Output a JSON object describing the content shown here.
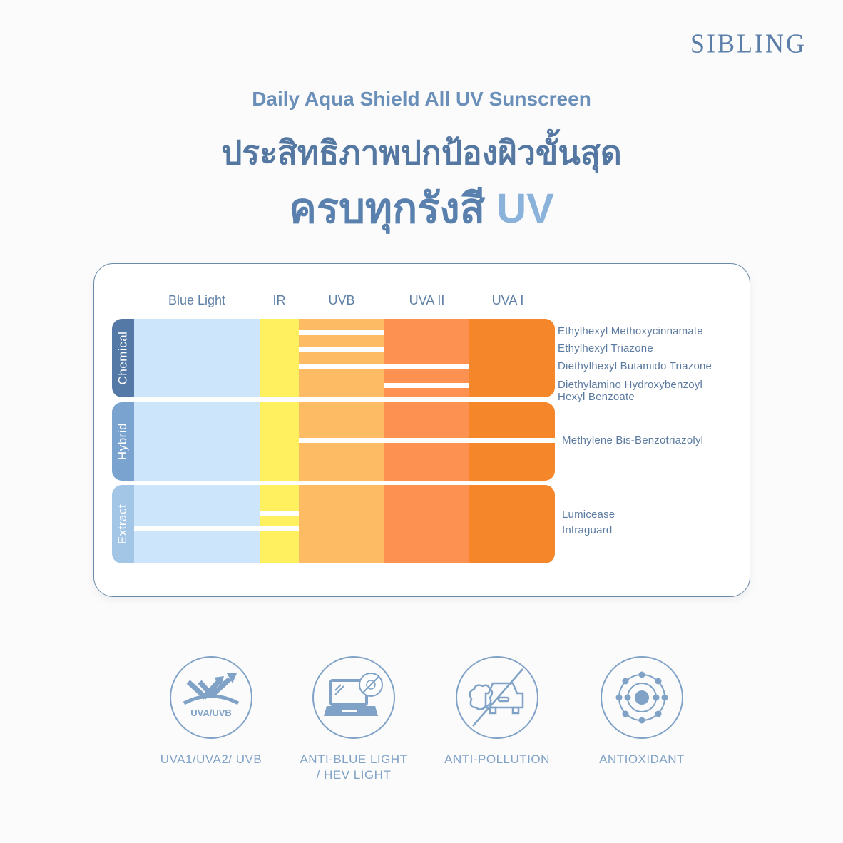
{
  "brand": "SIBLING",
  "header": {
    "subtitle": "Daily Aqua Shield All UV Sunscreen",
    "headline_line1": "ประสิทธิภาพปกป้องผิวขั้นสุด",
    "headline_line2_thai": "ครบทุกรังสี",
    "headline_line2_uv": "UV"
  },
  "colors": {
    "blue_light": "#cce5fb",
    "ir": "#fef05f",
    "uvb": "#fdbb63",
    "uva2": "#fd9151",
    "uva1": "#f5862a",
    "chemical_tag": "#5579a6",
    "hybrid_tag": "#7aa3cf",
    "extract_tag": "#a3c5e6",
    "text_blue": "#5b7aa0"
  },
  "chart_data": {
    "type": "table",
    "title": "Daily Aqua Shield All UV Sunscreen — protection coverage by spectrum",
    "columns": [
      "Blue Light",
      "IR",
      "UVB",
      "UVA II",
      "UVA I"
    ],
    "groups": [
      {
        "name": "Chemical",
        "ingredients": [
          {
            "name": "Ethylhexyl Methoxycinnamate",
            "covers": [
              "UVB"
            ]
          },
          {
            "name": "Ethylhexyl Triazone",
            "covers": [
              "UVB"
            ]
          },
          {
            "name": "Diethylhexyl Butamido Triazone",
            "covers": [
              "UVB",
              "UVA II"
            ]
          },
          {
            "name": "Diethylamino Hydroxybenzoyl Hexyl Benzoate",
            "covers": [
              "UVA II"
            ]
          }
        ]
      },
      {
        "name": "Hybrid",
        "ingredients": [
          {
            "name": "Methylene Bis-Benzotriazolyl",
            "covers": [
              "UVB",
              "UVA II",
              "UVA I"
            ]
          }
        ]
      },
      {
        "name": "Extract",
        "ingredients": [
          {
            "name": "Lumicease",
            "covers": [
              "IR"
            ]
          },
          {
            "name": "Infraguard",
            "covers": [
              "Blue Light",
              "IR"
            ]
          }
        ]
      }
    ]
  },
  "table": {
    "columns": [
      "Blue Light",
      "IR",
      "UVB",
      "UVA II",
      "UVA I"
    ],
    "rows": [
      {
        "tag": "Chemical",
        "ingredients": [
          "Ethylhexyl Methoxycinnamate",
          "Ethylhexyl Triazone",
          "Diethylhexyl Butamido Triazone",
          "Diethylamino Hydroxybenzoyl",
          "Hexyl Benzoate"
        ]
      },
      {
        "tag": "Hybrid",
        "ingredients": [
          "Methylene Bis-Benzotriazolyl"
        ]
      },
      {
        "tag": "Extract",
        "ingredients": [
          "Lumicease",
          "Infraguard"
        ]
      }
    ]
  },
  "features": [
    {
      "icon": "uva-uvb-icon",
      "icon_text": "UVA/UVB",
      "label": "UVA1/UVA2/ UVB"
    },
    {
      "icon": "anti-blue-light-laptop-icon",
      "label_line1": "ANTI-BLUE LIGHT",
      "label_line2": "/ HEV LIGHT"
    },
    {
      "icon": "anti-pollution-car-icon",
      "label": "ANTI-POLLUTION"
    },
    {
      "icon": "antioxidant-atom-icon",
      "label": "ANTIOXIDANT"
    }
  ]
}
